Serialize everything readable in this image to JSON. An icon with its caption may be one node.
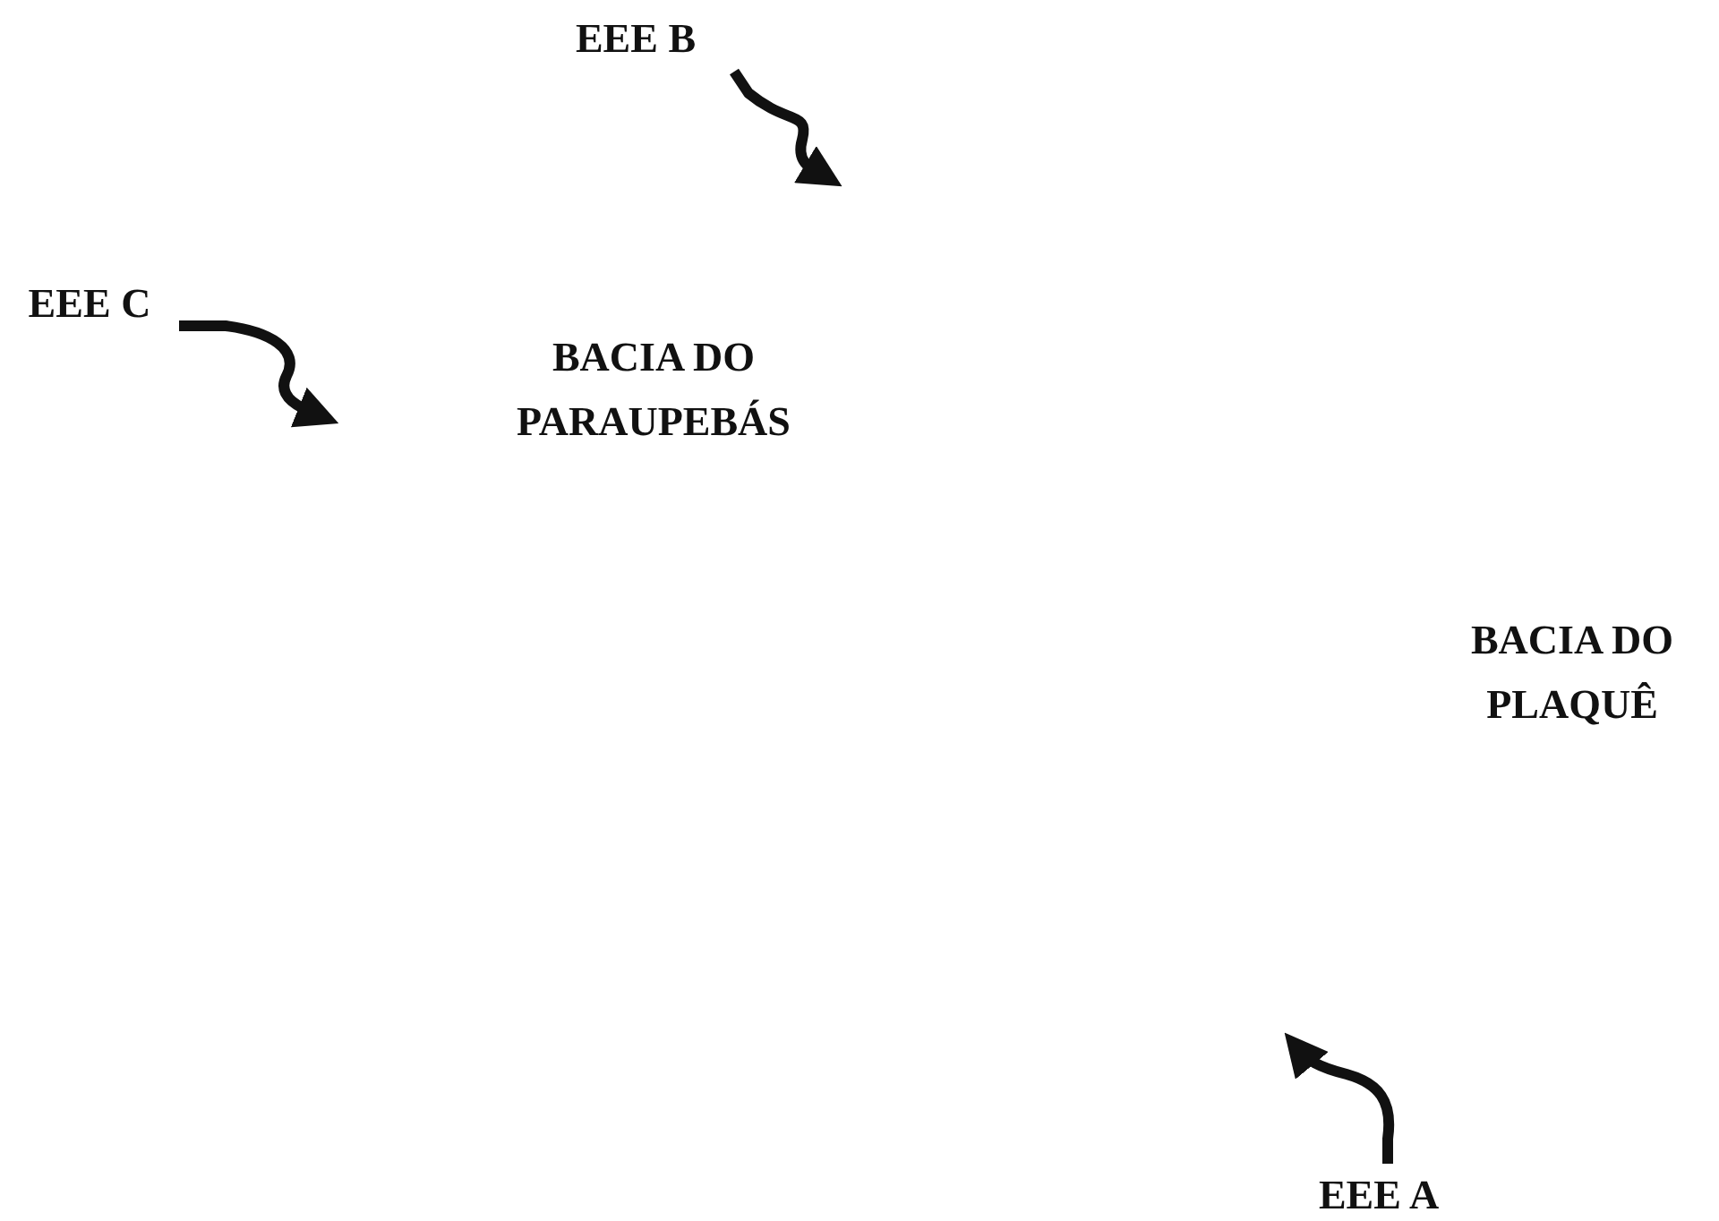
{
  "diagram": {
    "nodes": [
      {
        "text": [
          "EEE B"
        ]
      },
      {
        "text": [
          "EEE C"
        ]
      },
      {
        "text": [
          "EEE A"
        ]
      }
    ],
    "edges": [
      {
        "from": 0,
        "to": null,
        "arrow": "to"
      },
      {
        "from": 1,
        "to": null,
        "arrow": "to"
      },
      {
        "from": 2,
        "to": null,
        "arrow": "to"
      }
    ],
    "labels": [
      "BACIA DO PARAUPEBÁS",
      "BACIA DO PLAQUÊ"
    ]
  }
}
